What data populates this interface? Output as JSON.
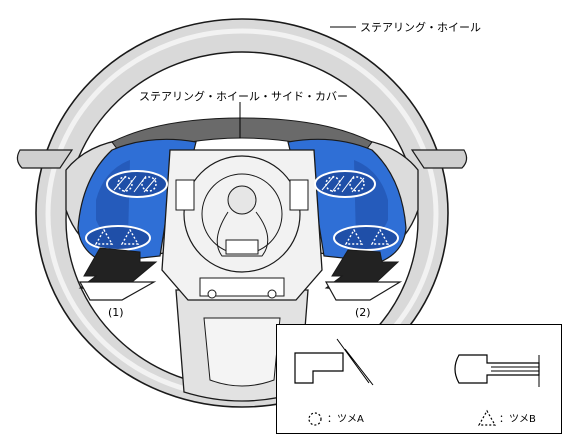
{
  "labels": {
    "wheel": "ステアリング・ホイール",
    "side_cover": "ステアリング・ホイール・サイド・カバー",
    "step_1": "(1)",
    "step_2": "(2)"
  },
  "legend": {
    "claw_a": "：ツメA",
    "claw_b": "：ツメB"
  },
  "colors": {
    "cover_blue": "#2f6fd6",
    "cover_blue_dark": "#1f4fa8",
    "wheel_gray": "#d9d9d9",
    "outline": "#1a1a1a",
    "arrow_dark": "#222222"
  },
  "icons": {
    "claw_a": "dashed-circle-icon",
    "claw_b": "dashed-triangle-icon"
  }
}
